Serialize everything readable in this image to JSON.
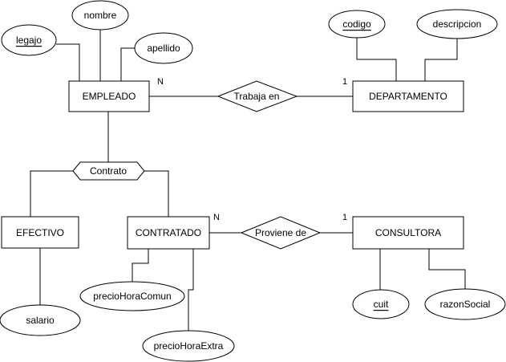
{
  "entities": {
    "empleado": "EMPLEADO",
    "departamento": "DEPARTAMENTO",
    "efectivo": "EFECTIVO",
    "contratado": "CONTRATADO",
    "consultora": "CONSULTORA"
  },
  "relationships": {
    "trabaja_en": "Trabaja en",
    "contrato": "Contrato",
    "proviene_de": "Proviene de"
  },
  "attributes": {
    "legajo": "legajo",
    "nombre": "nombre",
    "apellido": "apellido",
    "codigo": "codigo",
    "descripcion": "descripcion",
    "salario": "salario",
    "precio_hora_comun": "precioHoraComun",
    "precio_hora_extra": "precioHoraExtra",
    "cuit": "cuit",
    "razon_social": "razonSocial"
  },
  "cardinalities": {
    "empleado_trabaja": "N",
    "departamento_trabaja": "1",
    "contratado_proviene": "N",
    "consultora_proviene": "1"
  }
}
